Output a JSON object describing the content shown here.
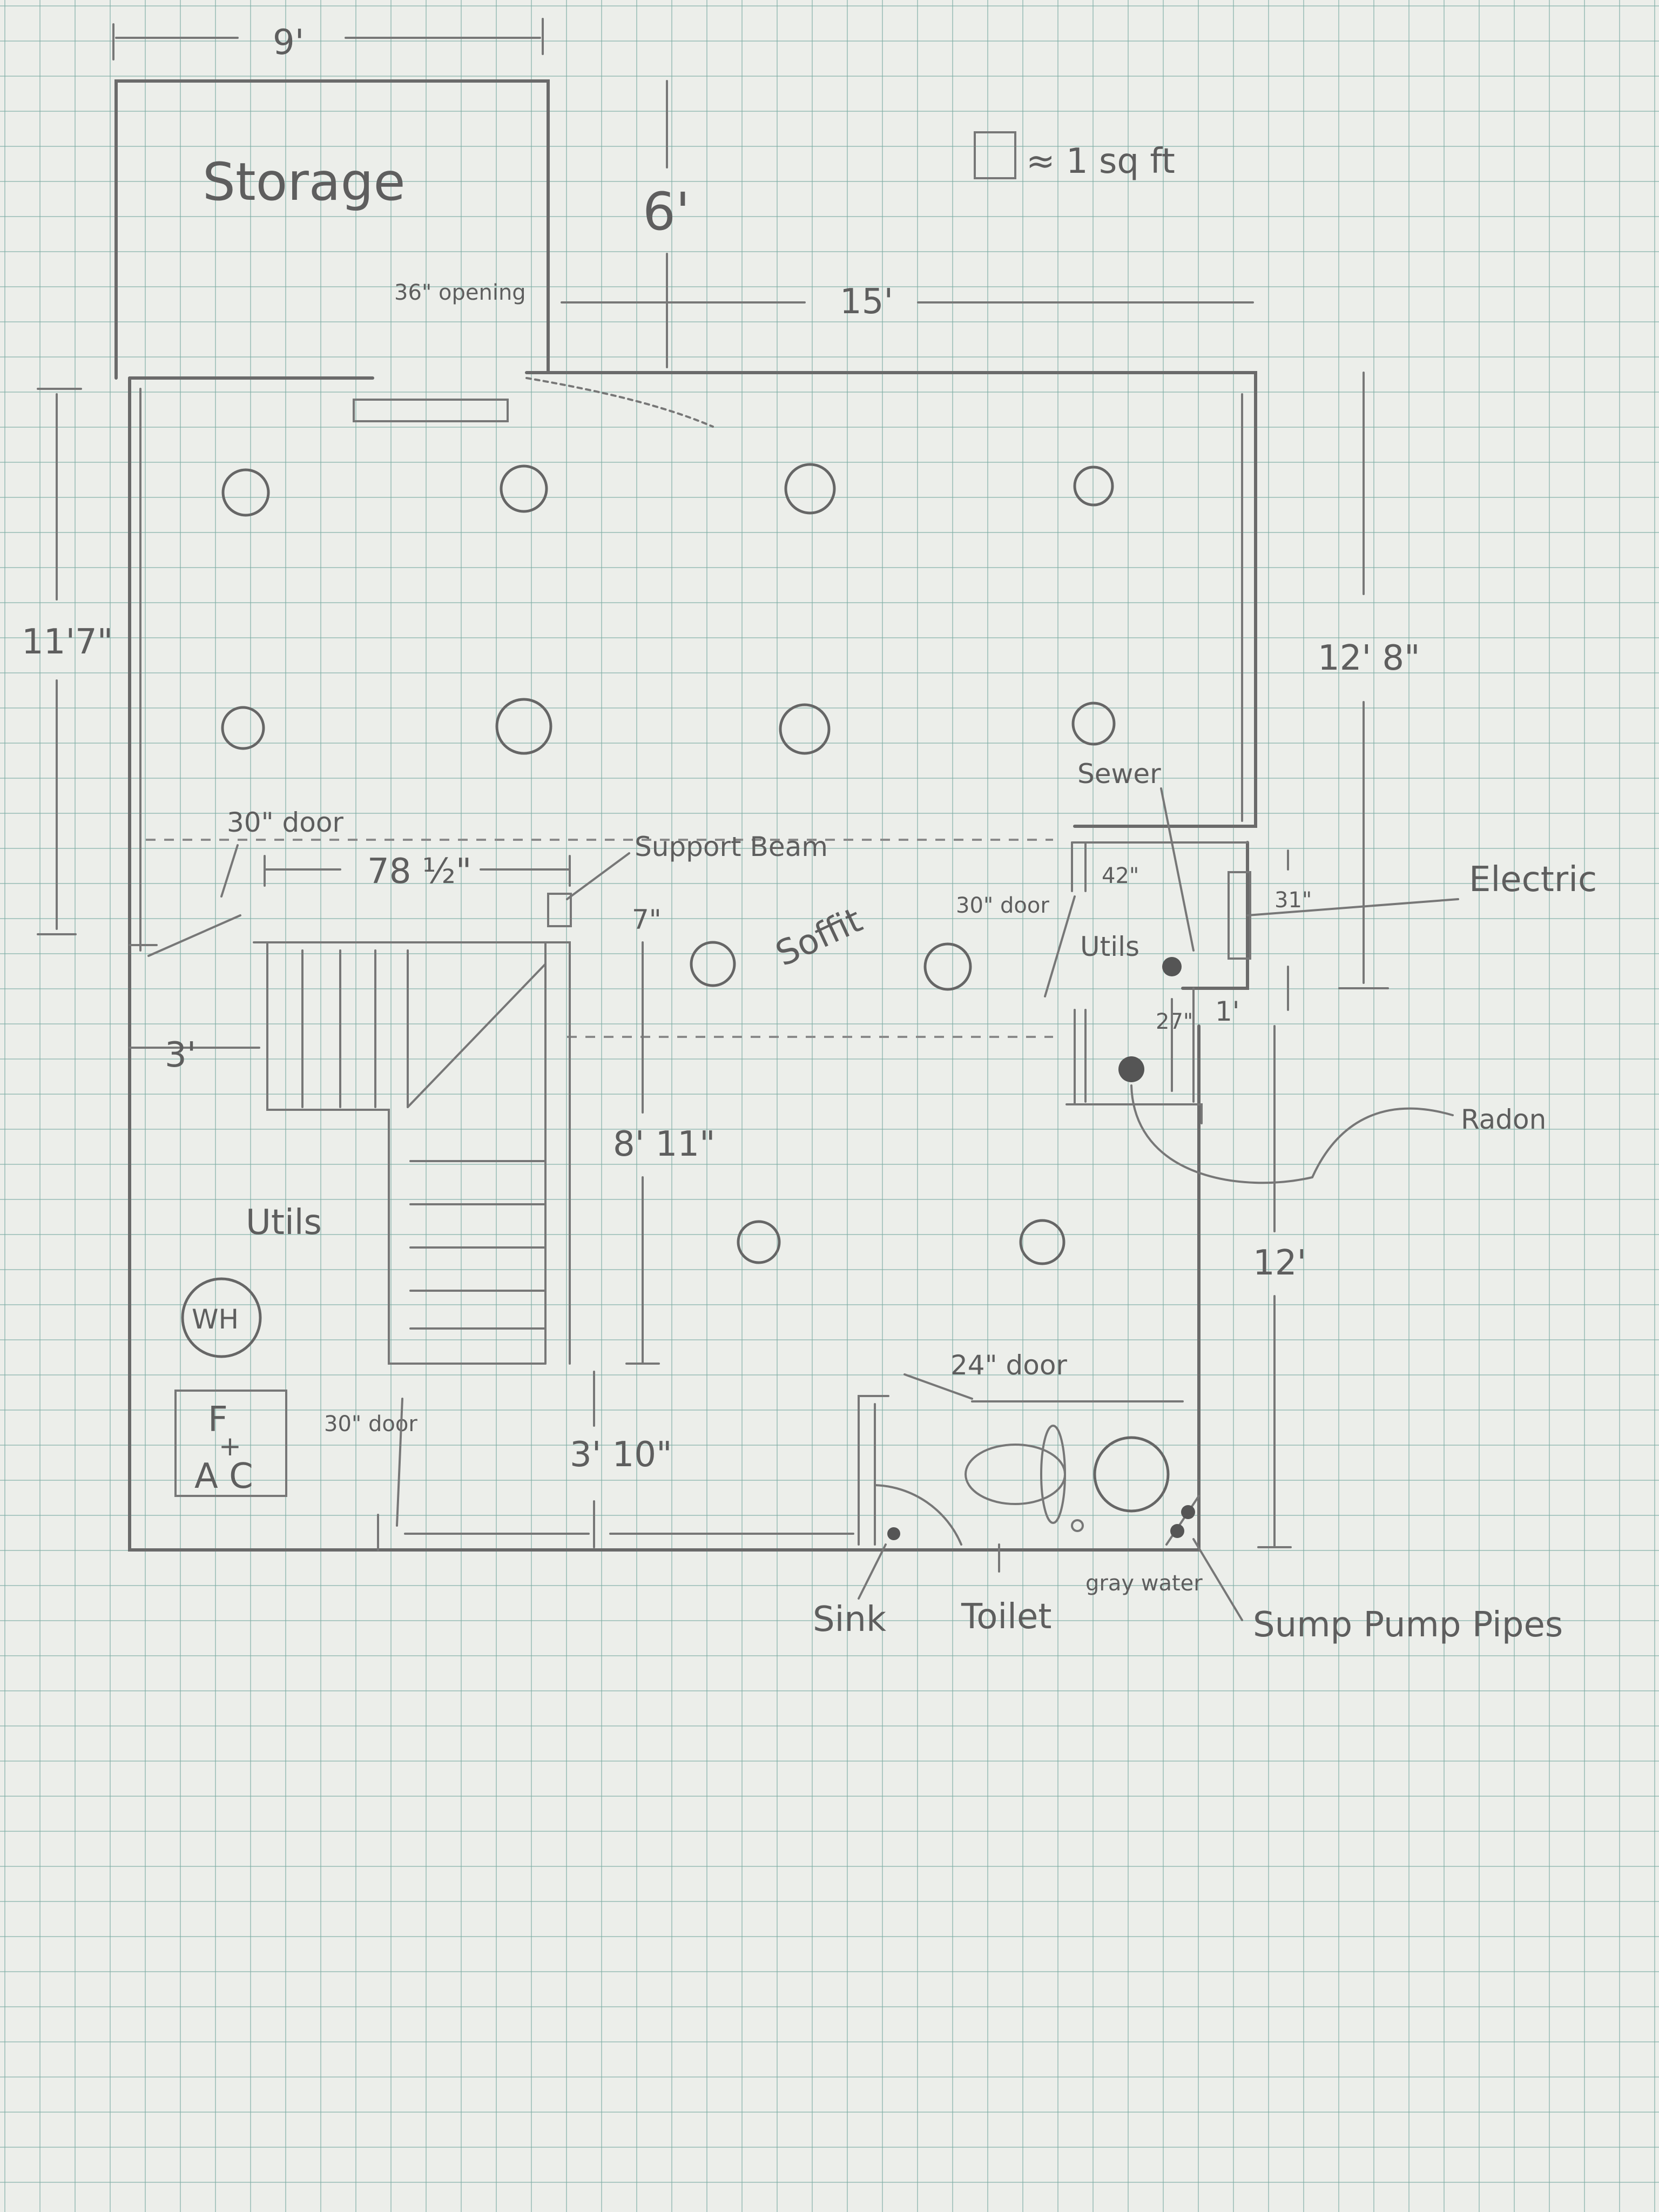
{
  "legend": {
    "text": "≈ 1 sq ft"
  },
  "rooms": {
    "storage": "Storage",
    "utils_left": "Utils",
    "utils_right": "Utils",
    "soffit": "Soffit",
    "wh": "WH",
    "fac_f": "F",
    "fac_plus": "+",
    "fac_ac": "A C"
  },
  "dimensions": {
    "storage_width": "9'",
    "storage_depth": "6'",
    "opening": "36\" opening",
    "upper_width": "15'",
    "left_height": "11'7\"",
    "right_height": "12' 8\"",
    "stair_width": "78 ½\"",
    "hall_width": "3'",
    "beam_offset": "7\"",
    "center_span": "8' 11\"",
    "lower_gap": "3' 10\"",
    "lower_right": "12'",
    "closet_width": "42\"",
    "closet_depth_a": "31\"",
    "closet_depth_b": "27\"",
    "closet_gap": "1'"
  },
  "doors": {
    "door_30_top": "30\" door",
    "door_30_closet": "30\" door",
    "door_30_bottom": "30\" door",
    "door_24": "24\" door"
  },
  "annotations": {
    "support_beam": "Support Beam",
    "sewer": "Sewer",
    "electric": "Electric",
    "radon": "Radon",
    "sink": "Sink",
    "toilet": "Toilet",
    "gray_water": "gray water",
    "sump": "Sump Pump Pipes"
  },
  "colors": {
    "pencil": "#666666",
    "grid": "#7aaaa0",
    "paper": "#eceeea"
  }
}
